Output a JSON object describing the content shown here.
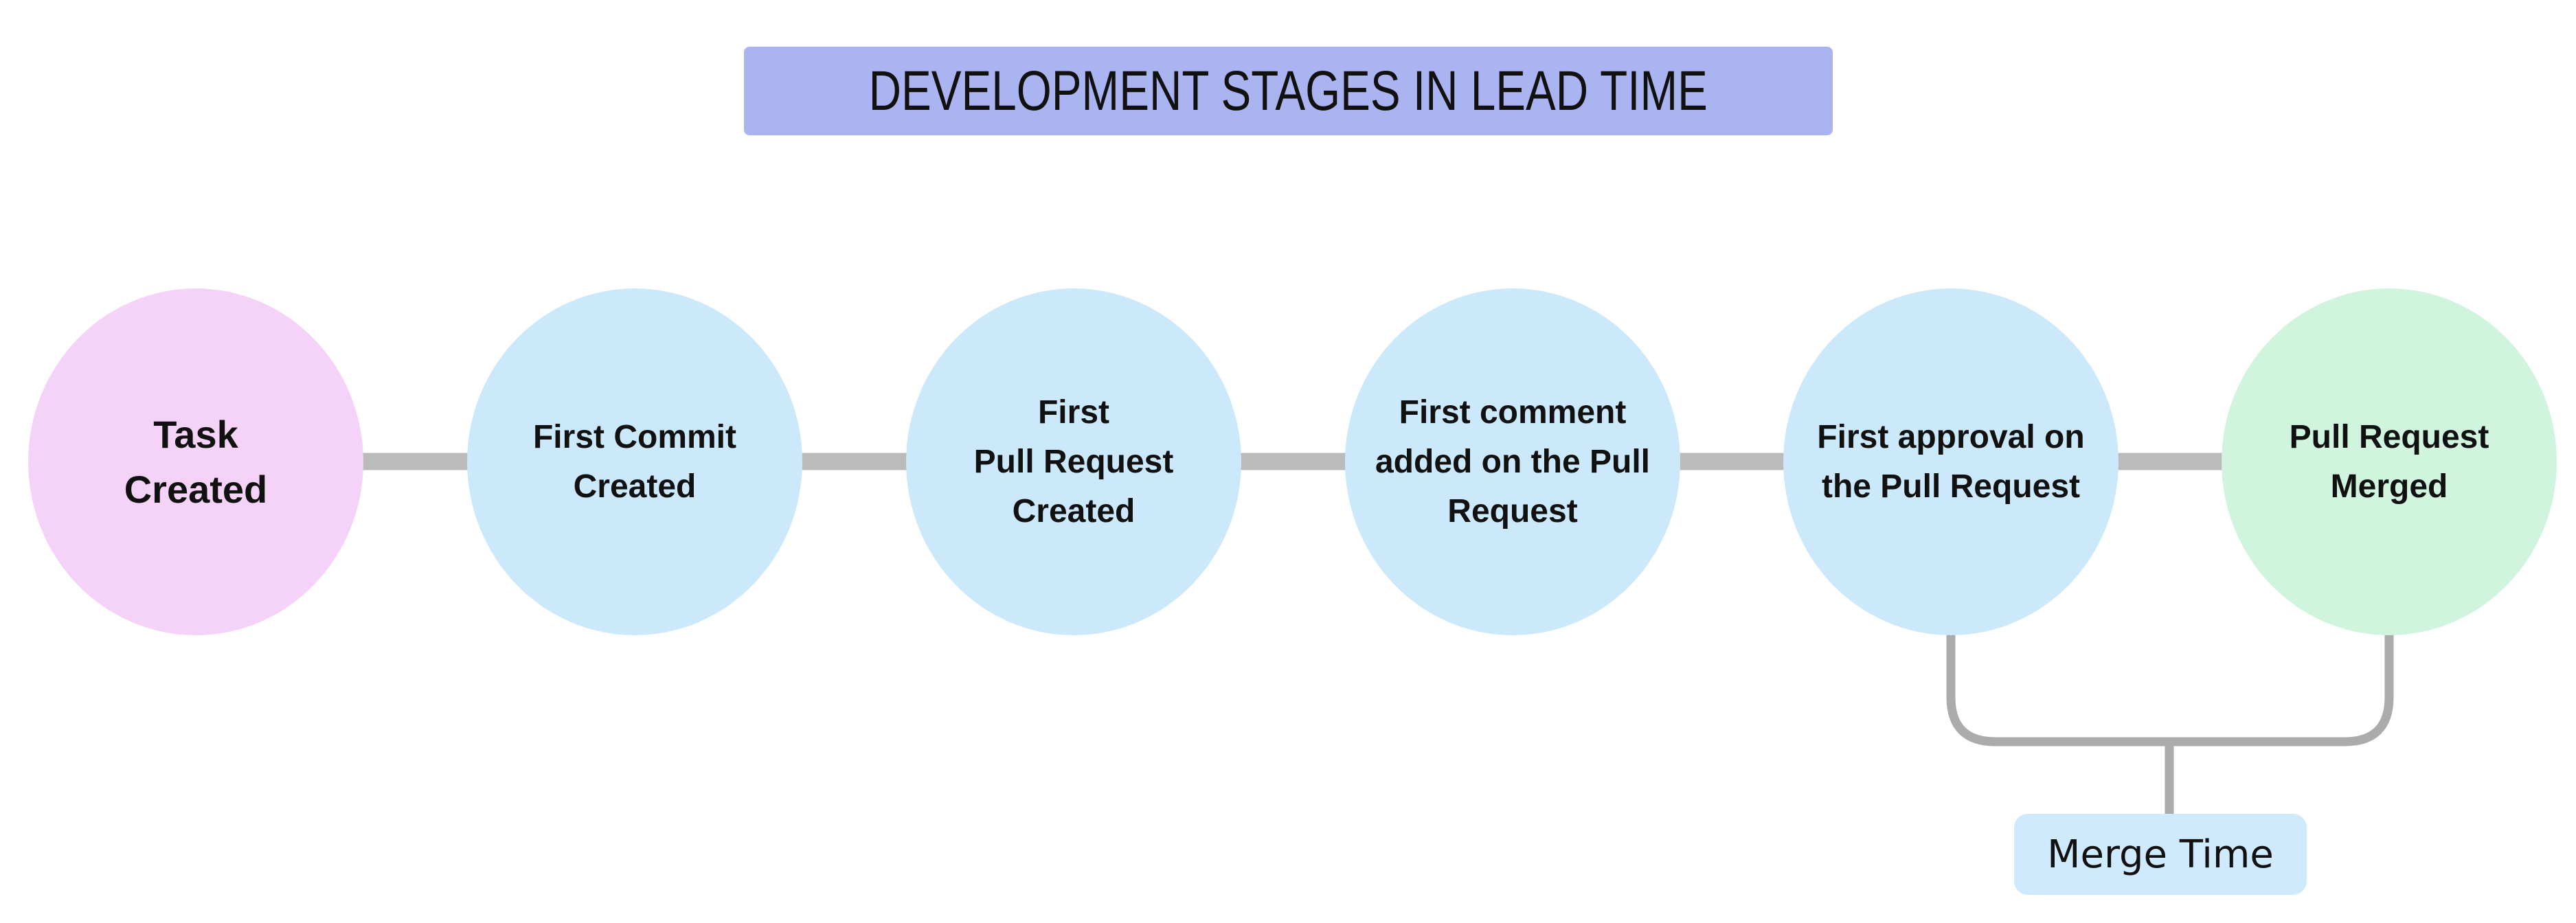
{
  "title": {
    "text": "DEVELOPMENT STAGES IN LEAD TIME"
  },
  "stages": [
    {
      "id": "task-created",
      "label": "Task\nCreated"
    },
    {
      "id": "first-commit-created",
      "label": "First Commit\nCreated"
    },
    {
      "id": "first-pull-request-created",
      "label": "First\nPull Request\nCreated"
    },
    {
      "id": "first-comment-added",
      "label": "First comment\nadded on the Pull\nRequest"
    },
    {
      "id": "first-approval",
      "label": "First approval on\nthe Pull Request"
    },
    {
      "id": "pull-request-merged",
      "label": "Pull Request\nMerged"
    }
  ],
  "annotation": {
    "merge_time_label": "Merge Time"
  },
  "colors": {
    "title-bg": "#aab4f0",
    "stage-start": "#f5d3f8",
    "stage-mid": "#cbe9fb",
    "stage-end": "#d0f4de",
    "connector": "#bbbbbb",
    "bracket": "#ababab",
    "merge-label-bg": "#cfeafc",
    "text": "#111111"
  }
}
